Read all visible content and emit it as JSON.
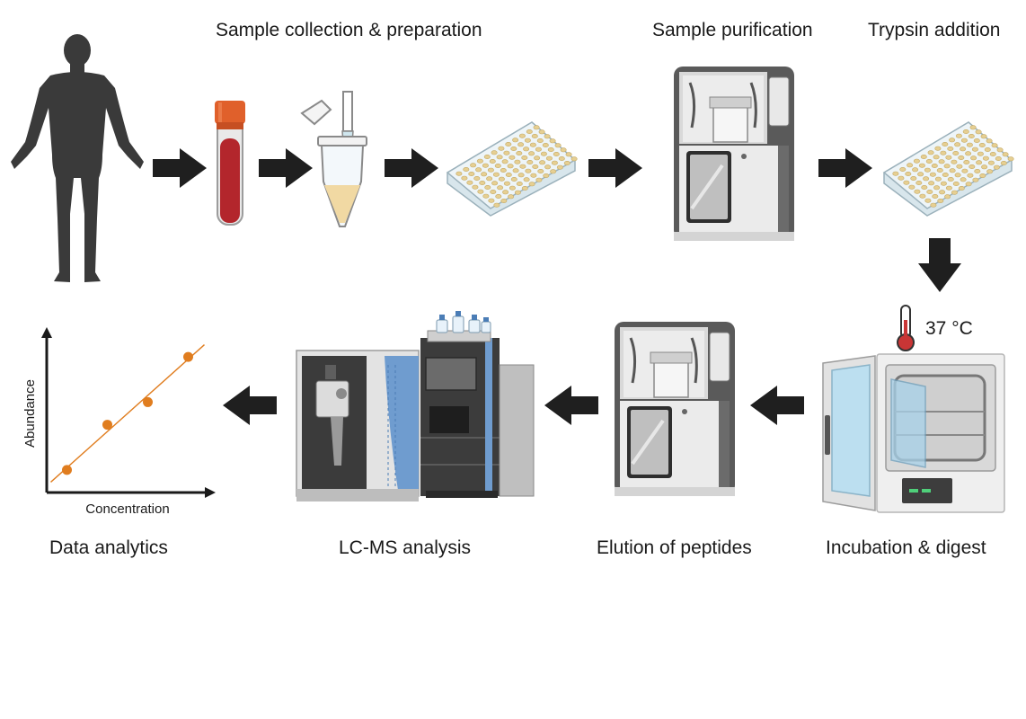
{
  "steps": {
    "collection": "Sample collection & preparation",
    "purification": "Sample purification",
    "trypsin": "Trypsin addition",
    "incubation": "Incubation & digest",
    "elution": "Elution of peptides",
    "lcms": "LC-MS analysis",
    "analytics": "Data analytics"
  },
  "incubator": {
    "temperature": "37 °C"
  },
  "chart": {
    "xlabel": "Concentration",
    "ylabel": "Abundance"
  },
  "colors": {
    "arrow": "#1f1f1f",
    "silhouette": "#3a3a3a",
    "blood": "#b3262c",
    "cap": "#e0602b",
    "plate_well": "#e6cf92",
    "plot_point": "#e07d1f",
    "ms_blue": "#6f9ccf"
  },
  "chart_data": {
    "type": "scatter",
    "title": "",
    "xlabel": "Concentration",
    "ylabel": "Abundance",
    "points": [
      {
        "x": 1,
        "y": 1
      },
      {
        "x": 3,
        "y": 3
      },
      {
        "x": 5,
        "y": 4
      },
      {
        "x": 7,
        "y": 6
      }
    ],
    "trendline": true,
    "xlim": [
      0,
      8
    ],
    "ylim": [
      0,
      7
    ],
    "grid": false
  }
}
